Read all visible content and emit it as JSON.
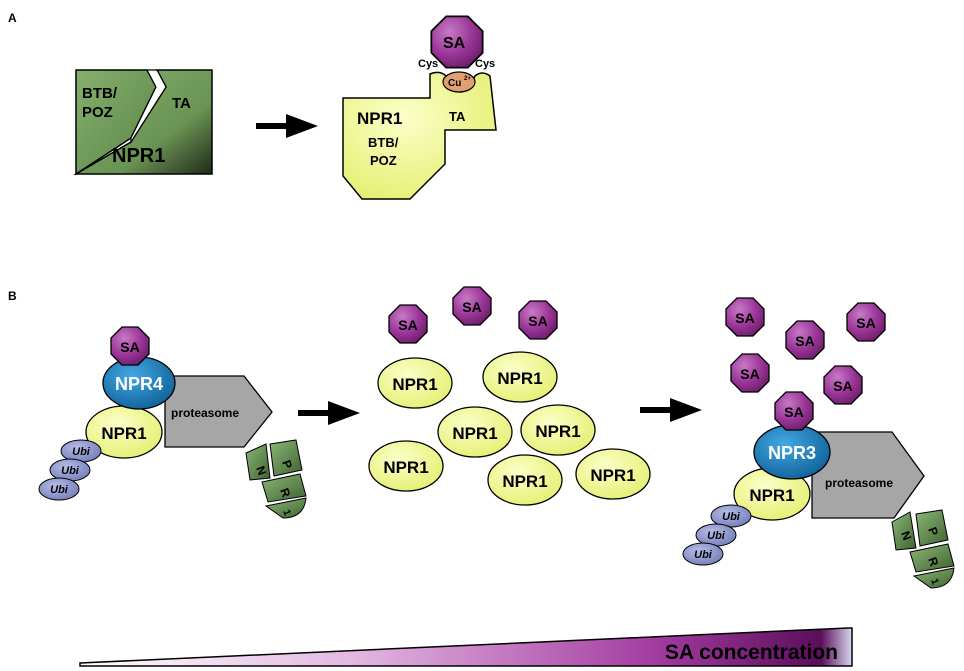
{
  "panel_labels": {
    "a": "A",
    "b": "B"
  },
  "panel_a": {
    "inactive": {
      "domain1_line1": "BTB/",
      "domain1_line2": "POZ",
      "domain2": "TA",
      "name": "NPR1"
    },
    "active": {
      "name": "NPR1",
      "domain1_line1": "BTB/",
      "domain1_line2": "POZ",
      "domain2": "TA",
      "ligand": "SA",
      "cys_left": "Cys",
      "cys_right": "Cys",
      "ion": "Cu",
      "ion_charge": "2+"
    }
  },
  "panel_b": {
    "low": {
      "sa": "SA",
      "receptor": "NPR4",
      "npr1": "NPR1",
      "proteasome": "proteasome",
      "ubi": [
        "Ubi",
        "Ubi",
        "Ubi"
      ],
      "fragments": [
        "N",
        "P",
        "R",
        "1"
      ]
    },
    "mid": {
      "sa": [
        "SA",
        "SA",
        "SA"
      ],
      "npr1": [
        "NPR1",
        "NPR1",
        "NPR1",
        "NPR1",
        "NPR1",
        "NPR1",
        "NPR1"
      ]
    },
    "high": {
      "sa": [
        "SA",
        "SA",
        "SA",
        "SA",
        "SA",
        "SA"
      ],
      "receptor": "NPR3",
      "npr1": "NPR1",
      "proteasome": "proteasome",
      "ubi": [
        "Ubi",
        "Ubi",
        "Ubi"
      ],
      "fragments": [
        "N",
        "P",
        "R",
        "1"
      ]
    }
  },
  "gradient_bar": {
    "label": "SA concentration"
  },
  "colors": {
    "sa_purple": "#8e2a8c",
    "npr1_yellow": "#eef580",
    "inactive_green": "#6f9a57",
    "npr_blue": "#1279b5",
    "proteasome_gray": "#a6a6a6",
    "ubi_blue": "#8891c8",
    "fragment_green": "#6f9a57",
    "copper": "#e2a072"
  }
}
